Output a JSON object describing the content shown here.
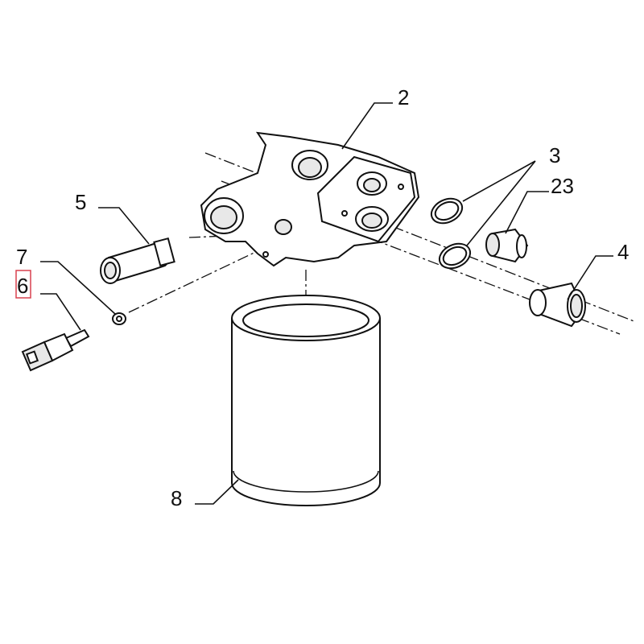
{
  "diagram": {
    "type": "exploded parts diagram",
    "highlight_color": "#d9414f",
    "callouts": [
      {
        "number": "2",
        "part": "filter-head"
      },
      {
        "number": "3",
        "part": "o-rings"
      },
      {
        "number": "23",
        "part": "adapter-fitting"
      },
      {
        "number": "4",
        "part": "sleeve-fitting"
      },
      {
        "number": "5",
        "part": "pressure-switch"
      },
      {
        "number": "7",
        "part": "sealing-washer"
      },
      {
        "number": "6",
        "part": "temperature-sensor",
        "highlighted": true
      },
      {
        "number": "8",
        "part": "filter-cartridge"
      }
    ]
  }
}
